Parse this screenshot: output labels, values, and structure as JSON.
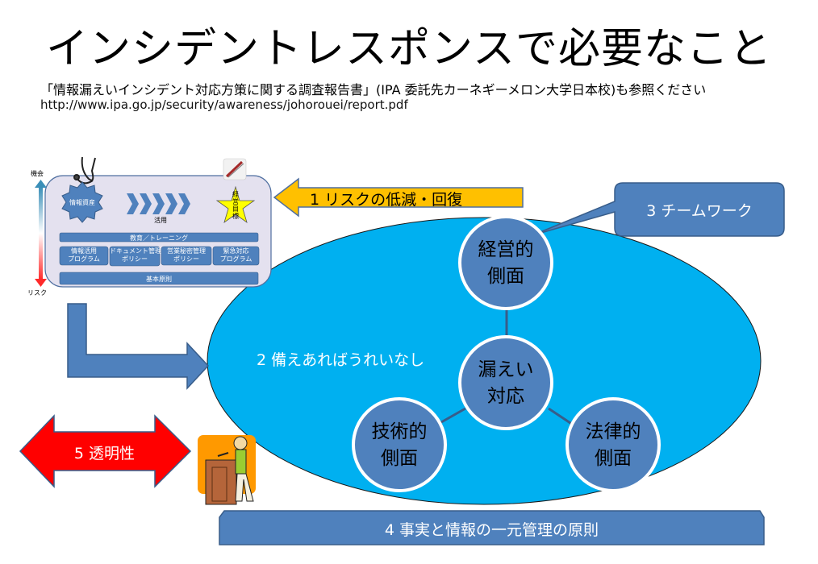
{
  "slide": {
    "title": "インシデントレスポンスで必要なこと",
    "subtitle": "「情報漏えいインシデント対応方策に関する調査報告書」(IPA 委託先カーネギーメロン大学日本校)も参照ください",
    "url": "http://www.ipa.go.jp/security/awareness/johorouei/report.pdf"
  },
  "framework": {
    "axis_top": "機会",
    "axis_bottom": "リスク",
    "asset": "情報資産",
    "utilize": "活用",
    "goal_chars": [
      "経",
      "営",
      "目",
      "標"
    ],
    "training": "教育／トレーニング",
    "pillars": [
      {
        "line1": "情報活用",
        "line2": "プログラム"
      },
      {
        "line1": "ドキュメント管理",
        "line2": "ポリシー"
      },
      {
        "line1": "営業秘密管理",
        "line2": "ポリシー"
      },
      {
        "line1": "緊急対応",
        "line2": "プログラム"
      }
    ],
    "base": "基本原則"
  },
  "points": {
    "p1": "1 リスクの低減・回復",
    "p2": "2 備えあればうれいなし",
    "p3": "3 チームワーク",
    "p4": "4 事実と情報の一元管理の原則",
    "p5": "5 透明性"
  },
  "circles": {
    "top": {
      "line1": "経営的",
      "line2": "側面"
    },
    "center": {
      "line1": "漏えい",
      "line2": "対応"
    },
    "left": {
      "line1": "技術的",
      "line2": "側面"
    },
    "right": {
      "line1": "法律的",
      "line2": "側面"
    }
  },
  "colors": {
    "ellipse": "#00b0f0",
    "blue_shape": "#4f81bd",
    "blue_border": "#385d8a",
    "orange_arrow": "#ffc000",
    "red_arrow": "#ff0000",
    "panel_bg": "#e4e1ef",
    "star": "#ffff00"
  }
}
